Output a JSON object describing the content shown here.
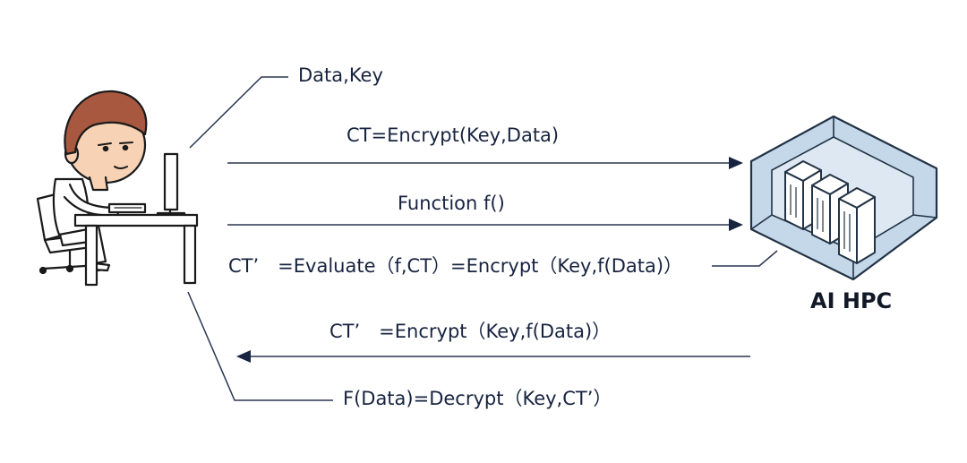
{
  "diagram": {
    "server_label": "AI HPC",
    "labels": {
      "data_key": "Data,Key",
      "encrypt": "CT=Encrypt(Key,Data)",
      "function": "Function f()",
      "evaluate": "CT’　=Evaluate（f,CT）=Encrypt（Key,f(Data)）",
      "return_ciphertext": "CT’　=Encrypt（Key,f(Data)）",
      "decrypt": "F(Data)=Decrypt（Key,CT’）"
    },
    "icons": {
      "user": "person-at-computer-icon",
      "server": "server-rack-icon"
    },
    "colors": {
      "text": "#17233f",
      "line": "#2b3550",
      "skin": "#f7d2b5",
      "hair": "#a8583f",
      "server_room": "#c4d8ea",
      "server_outline": "#223346"
    }
  }
}
